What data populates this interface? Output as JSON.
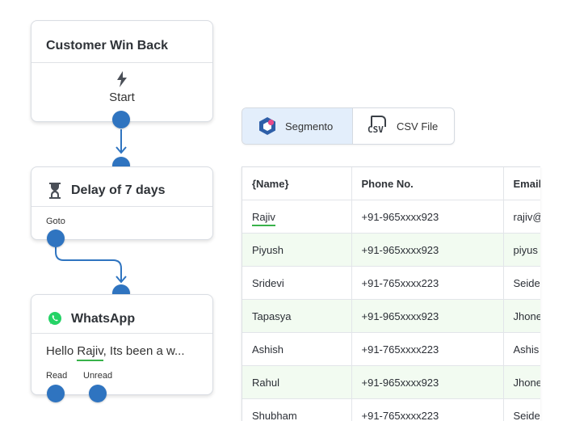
{
  "flow": {
    "trigger_card": {
      "title": "Customer Win Back",
      "start_label": "Start"
    },
    "delay_card": {
      "title": "Delay of 7 days",
      "goto_label": "Goto"
    },
    "whatsapp_card": {
      "title": "WhatsApp",
      "message_prefix": "Hello ",
      "message_name": "Rajiv",
      "message_suffix": ", Its been a w...",
      "read_label": "Read",
      "unread_label": "Unread"
    }
  },
  "source_toggle": {
    "segmento_label": "Segmento",
    "csv_label": "CSV File",
    "csv_icon_text": "CSV"
  },
  "table": {
    "headers": [
      "{Name}",
      "Phone No.",
      "Email"
    ],
    "rows": [
      [
        "Rajiv",
        "+91-965xxxx923",
        "rajiv@"
      ],
      [
        "Piyush",
        "+91-965xxxx923",
        "piyus"
      ],
      [
        "Sridevi",
        "+91-765xxxx223",
        "Seide"
      ],
      [
        "Tapasya",
        "+91-965xxxx923",
        "Jhone"
      ],
      [
        "Ashish",
        "+91-765xxxx223",
        "Ashis"
      ],
      [
        "Rahul",
        "+91-965xxxx923",
        "Jhone"
      ],
      [
        "Shubham",
        "+91-765xxxx223",
        "Seide"
      ]
    ]
  },
  "colors": {
    "accent": "#2f74c0",
    "selected_bg": "#e3eefb",
    "row_alt_bg": "#f2fbf1",
    "underline_green": "#38b24a",
    "whatsapp_green": "#25d366"
  }
}
